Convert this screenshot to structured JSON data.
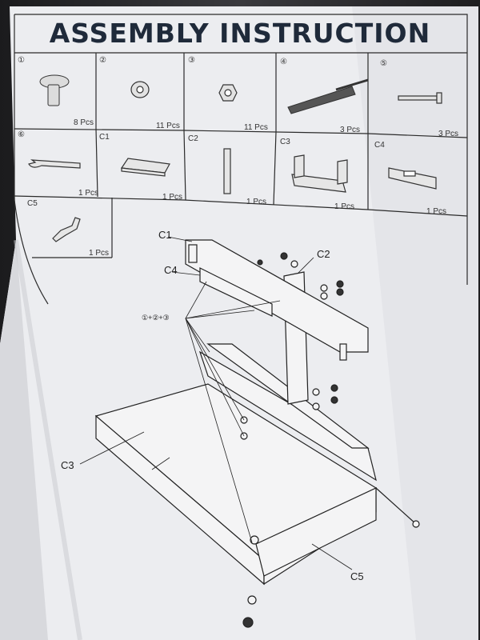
{
  "title": "ASSEMBLY INSTRUCTION",
  "parts": [
    {
      "id": "1",
      "label": "①",
      "qty": "8 Pcs",
      "icon": "bolt-icon"
    },
    {
      "id": "2",
      "label": "②",
      "qty": "11 Pcs",
      "icon": "washer-icon"
    },
    {
      "id": "3",
      "label": "③",
      "qty": "11 Pcs",
      "icon": "nut-icon"
    },
    {
      "id": "4",
      "label": "④",
      "qty": "3 Pcs",
      "icon": "anchor-screw-icon"
    },
    {
      "id": "5",
      "label": "⑤",
      "qty": "3 Pcs",
      "icon": "long-bolt-icon"
    },
    {
      "id": "6",
      "label": "⑥",
      "qty": "1 Pcs",
      "icon": "wrench-icon"
    },
    {
      "id": "C1",
      "label": "C1",
      "qty": "1 Pcs",
      "icon": "bracket-c1-icon"
    },
    {
      "id": "C2",
      "label": "C2",
      "qty": "1 Pcs",
      "icon": "bar-c2-icon"
    },
    {
      "id": "C3",
      "label": "C3",
      "qty": "1 Pcs",
      "icon": "tray-c3-icon"
    },
    {
      "id": "C4",
      "label": "C4",
      "qty": "1 Pcs",
      "icon": "bracket-c4-icon"
    },
    {
      "id": "C5",
      "label": "C5",
      "qty": "1 Pcs",
      "icon": "clip-c5-icon"
    }
  ],
  "diagram": {
    "callouts": {
      "c1": "C1",
      "c2": "C2",
      "c3": "C3",
      "c4": "C4",
      "c5": "C5"
    },
    "combo": "①+②+③"
  }
}
